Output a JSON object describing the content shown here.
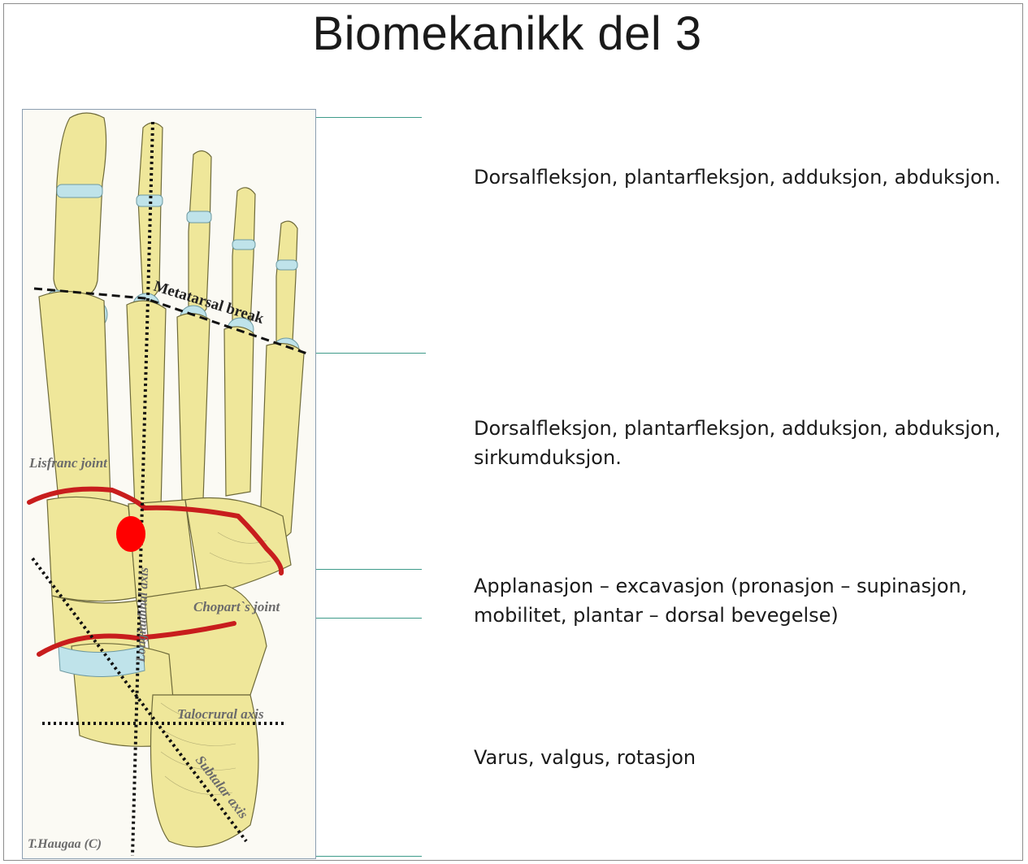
{
  "slide": {
    "title": "Biomekanikk del 3"
  },
  "figure": {
    "labels": {
      "metatarsal_break": "Metatarsal break",
      "lisfranc_joint": "Lisfranc joint",
      "longitudinal_axis": "Longitudinal axis",
      "chopart_joint": "Chopart`s joint",
      "talocrural_axis": "Talocrural axis",
      "subtalar_axis": "Subtalar axis",
      "credit": "T.Haugaa (C)"
    },
    "colors": {
      "bone": "#efe79a",
      "cartilage": "#bfe3ea",
      "joint_line": "#c81d1d",
      "marker": "#ff0000"
    }
  },
  "descriptions": [
    {
      "text": "Dorsalfleksjon, plantarfleksjon, adduksjon, abduksjon."
    },
    {
      "text": "Dorsalfleksjon, plantarfleksjon, adduksjon, abduksjon, sirkumduksjon."
    },
    {
      "text": "Applanasjon – excavasjon (pronasjon – supinasjon, mobilitet, plantar – dorsal bevegelse)"
    },
    {
      "text": "Varus, valgus, rotasjon"
    }
  ]
}
